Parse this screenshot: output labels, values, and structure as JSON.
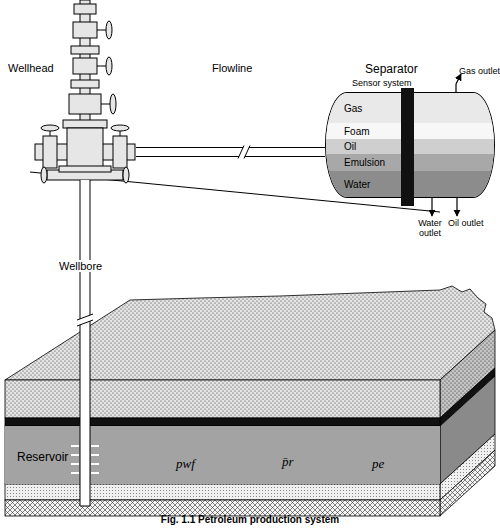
{
  "diagram": {
    "caption": "Fig. 1.1 Petroleum production system",
    "nodes": [
      {
        "text": [
          "Wellhead"
        ]
      },
      {
        "text": [
          "Separator"
        ]
      },
      {
        "text": [
          "Gas"
        ],
        "in": 1
      },
      {
        "text": [
          "Foam"
        ],
        "in": 1
      },
      {
        "text": [
          "Oil"
        ],
        "in": 1
      },
      {
        "text": [
          "Emulsion"
        ],
        "in": 1
      },
      {
        "text": [
          "Water"
        ],
        "in": 1
      },
      {
        "text": [
          "Reservoir"
        ]
      }
    ],
    "edges": [
      {
        "from": 0,
        "to": 1,
        "arrow": "none",
        "label": "Flowline"
      },
      {
        "from": 0,
        "to": 7,
        "arrow": "none",
        "label": "Wellbore"
      }
    ],
    "labels": [
      "Sensor system",
      "Gas outlet",
      "Water outlet",
      "Oil outlet",
      "pwf",
      "p̄r",
      "pe"
    ]
  }
}
